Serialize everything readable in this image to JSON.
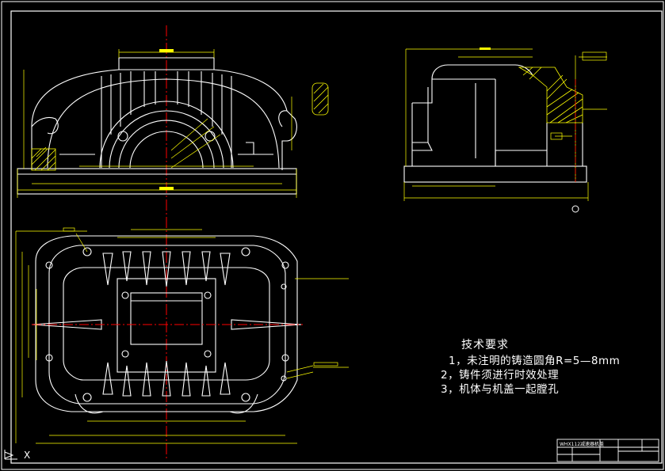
{
  "technical_requirements": {
    "title": "技术要求",
    "items": [
      "1，未注明的铸造圆角R=5—8mm",
      "2，铸件须进行时效处理",
      "3，机体与机盖一起膛孔"
    ]
  },
  "title_block": {
    "drawing_name": "WHX112减速器机盖"
  },
  "ucs_icon": {
    "axis_label": "X"
  },
  "colors": {
    "background": "#000000",
    "outline": "#ffffff",
    "dimension": "#ffff00",
    "centerline": "#ff0000",
    "section_hatch": "#ffff00"
  }
}
